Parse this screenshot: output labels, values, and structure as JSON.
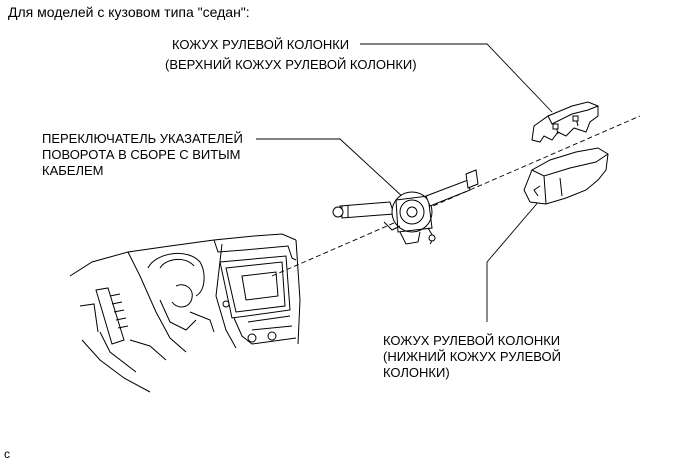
{
  "heading": "Для моделей с кузовом типа \"седан\":",
  "labels": {
    "upper_cover_line1": "КОЖУХ РУЛЕВОЙ КОЛОНКИ",
    "upper_cover_line2": "(ВЕРХНИЙ КОЖУХ РУЛЕВОЙ КОЛОНКИ)",
    "switch_line1": "ПЕРЕКЛЮЧАТЕЛЬ УКАЗАТЕЛЕЙ",
    "switch_line2": "ПОВОРОТА В СБОРЕ С ВИТЫМ",
    "switch_line3": "КАБЕЛЕМ",
    "lower_cover_line1": "КОЖУХ РУЛЕВОЙ КОЛОНКИ",
    "lower_cover_line2": "(НИЖНИЙ КОЖУХ РУЛЕВОЙ",
    "lower_cover_line3": "КОЛОНКИ)"
  },
  "corner_mark": "c"
}
